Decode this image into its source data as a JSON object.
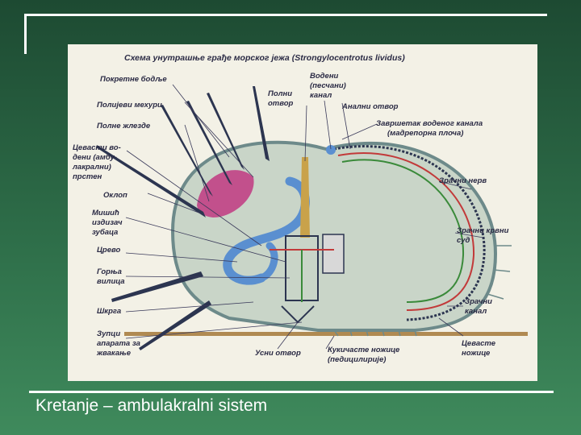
{
  "slide": {
    "title": "Kretanje – ambulakralni sistem",
    "colors": {
      "background": "#2e6e49",
      "frame": "#ffffff"
    }
  },
  "figure": {
    "heading": "Схема унутрашње грађе морског јежа (Strongylocentrotus lividus)",
    "labels": {
      "pokretne_bodlje": "Покретне бодље",
      "polijevi_mehuri": "Полијеви мехури",
      "polne_zlezde": "Полне жлезде",
      "cevasti_vodeni_prsten_1": "Цевасти во-",
      "cevasti_vodeni_prsten_2": "дени (амбу-",
      "cevasti_vodeni_prsten_3": "лакрални)",
      "cevasti_vodeni_prsten_4": "прстен",
      "oklop": "Оклоп",
      "misic_1": "Мишић",
      "misic_2": "издизач",
      "misic_3": "зубаца",
      "crevo": "Црево",
      "gornja_vilica_1": "Горња",
      "gornja_vilica_2": "вилица",
      "skrga": "Шкрга",
      "zupci_1": "Зупци",
      "zupci_2": "апарата за",
      "zupci_3": "жвакање",
      "polni_otvor_1": "Полни",
      "polni_otvor_2": "отвор",
      "vodeni_kanal_1": "Водени",
      "vodeni_kanal_2": "(песчани)",
      "vodeni_kanal_3": "канал",
      "analni_otvor": "Анални отвор",
      "zavrsetak_1": "Завршетак воденог канала",
      "zavrsetak_2": "(мадрепорна плоча)",
      "vazdusni_nerv": "Зрачни нерв",
      "krvni_sud_1": "Зрачни крвни",
      "krvni_sud_2": "суд",
      "vodeni_kanal_zracni_1": "Зрачни",
      "vodeni_kanal_zracni_2": "канал",
      "usni_otvor": "Усни отвор",
      "kukicaste_1": "Кукичасте ножице",
      "kukicaste_2": "(педицилирије)",
      "cevaste_1": "Цевасте",
      "cevaste_2": "ножице"
    },
    "colors": {
      "shell": "#c9d5c8",
      "spine": "#2c3550",
      "gonad": "#c2508c",
      "gut": "#5a8fd0",
      "stone_canal": "#c9a24a",
      "radial_canal": "#c23a3a",
      "ground": "#b08a52"
    }
  }
}
